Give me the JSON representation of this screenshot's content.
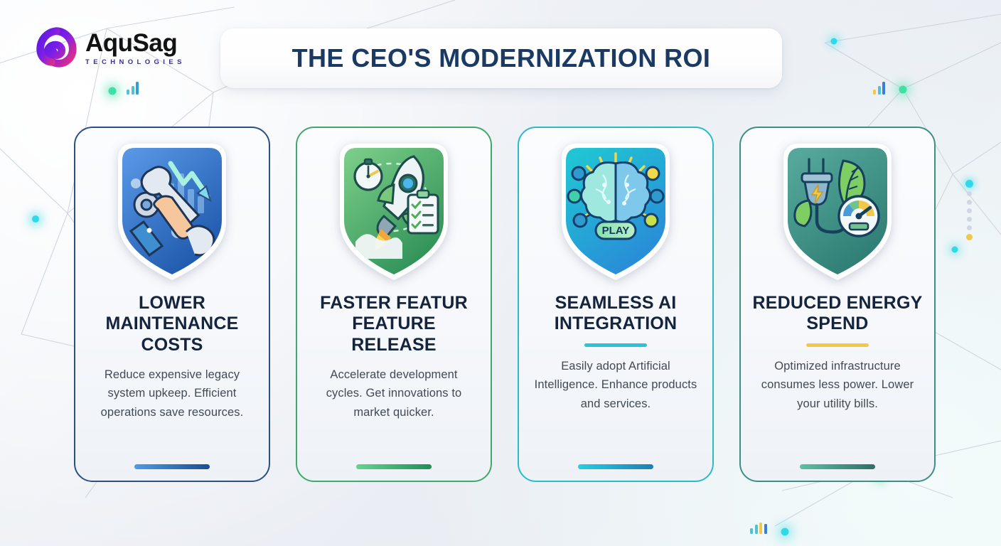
{
  "brand": {
    "name": "AquSag",
    "tagline": "TECHNOLOGIES",
    "mark_icon": "aqusag-loop-logo-icon"
  },
  "header": {
    "title": "THE CEO'S MODERNIZATION ROI",
    "title_color": "#1b3a63"
  },
  "cards": [
    {
      "id": "lower-maintenance-costs",
      "icon": "wrench-gears-declining-chart-shield-icon",
      "title": "LOWER MAINTENANCE COSTS",
      "body": "Reduce expensive legacy system upkeep. Efficient operations save resources.",
      "divider": null,
      "accent": "#2e6fd0",
      "border_color": "#2e4f85",
      "badge_from": "#5b9ae8",
      "badge_to": "#1d57ab"
    },
    {
      "id": "faster-feature-release",
      "icon": "rocket-stopwatch-checklist-shield-icon",
      "title": "FASTER FEATUR FEATURE RELEASE",
      "body": "Accelerate development cycles. Get innovations to market quicker.",
      "divider": null,
      "accent": "#34a35f",
      "border_color": "#3fa96b",
      "badge_from": "#7ed08a",
      "badge_to": "#2e9057"
    },
    {
      "id": "seamless-ai-integration",
      "icon": "brain-network-nodes-shield-icon",
      "title": "SEAMLESS AI INTEGRATION",
      "body": "Easily adopt Artificial Intelligence. Enhance products and services.",
      "divider": "#2cc2d6",
      "accent": "#20b6cf",
      "border_color": "#2bb9cf",
      "badge_from": "#20c4d4",
      "badge_to": "#2a86d8",
      "play_label": "PLAY"
    },
    {
      "id": "reduced-energy-spend",
      "icon": "plug-leaf-gauge-shield-icon",
      "title": "REDUCED ENERGY SPEND",
      "body": "Optimized infrastructure consumes less power. Lower your utility bills.",
      "divider": "#f0c949",
      "accent": "#3d8f84",
      "border_color": "#3d8f84",
      "badge_from": "#4fa193",
      "badge_to": "#2c7a72"
    }
  ],
  "decor": {
    "node_color_cyan": "#2fd9e8",
    "node_color_green": "#3fe0a5",
    "line_color": "#c8cfd9",
    "bar_glyph_colors": [
      "#4fc3d4",
      "#f0c94a",
      "#3b7fd4"
    ]
  }
}
